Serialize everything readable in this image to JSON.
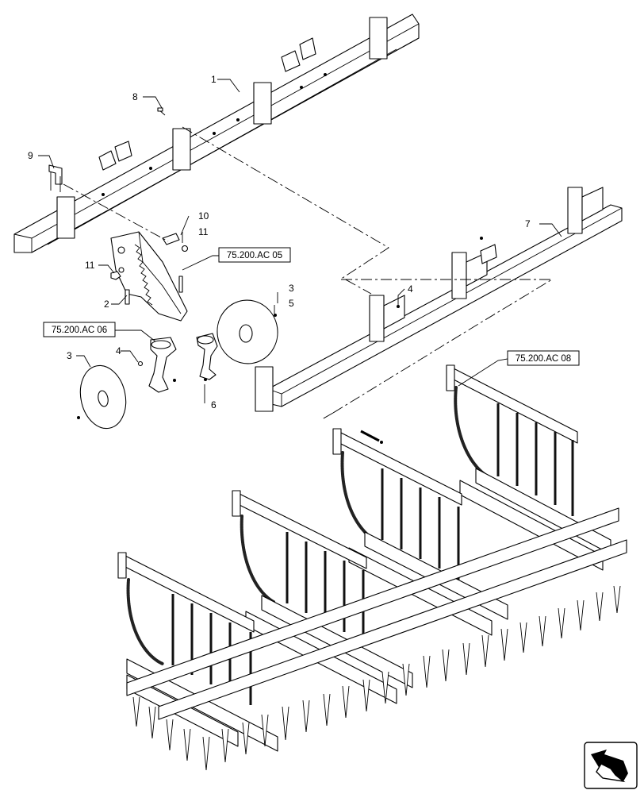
{
  "callouts": [
    {
      "id": "c1",
      "text": "1"
    },
    {
      "id": "c2",
      "text": "2"
    },
    {
      "id": "c3a",
      "text": "3"
    },
    {
      "id": "c3b",
      "text": "3"
    },
    {
      "id": "c4a",
      "text": "4"
    },
    {
      "id": "c4b",
      "text": "4"
    },
    {
      "id": "c5",
      "text": "5"
    },
    {
      "id": "c6",
      "text": "6"
    },
    {
      "id": "c7",
      "text": "7"
    },
    {
      "id": "c8",
      "text": "8"
    },
    {
      "id": "c9",
      "text": "9"
    },
    {
      "id": "c10",
      "text": "10"
    },
    {
      "id": "c11a",
      "text": "11"
    },
    {
      "id": "c11b",
      "text": "11"
    }
  ],
  "references": [
    {
      "id": "r05",
      "text": "75.200.AC 05"
    },
    {
      "id": "r06",
      "text": "75.200.AC 06"
    },
    {
      "id": "r08",
      "text": "75.200.AC 08"
    }
  ],
  "icons": {
    "nav": "navigation-arrow-icon"
  }
}
